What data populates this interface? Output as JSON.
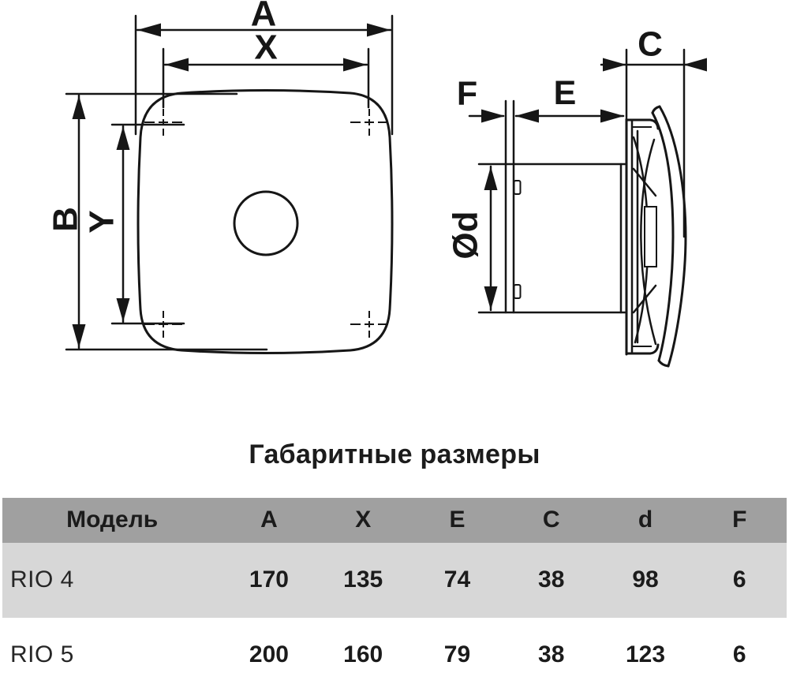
{
  "labels": {
    "A": "A",
    "X": "X",
    "B": "B",
    "Y": "Y",
    "C": "C",
    "E": "E",
    "F": "F",
    "diameter": "Ød"
  },
  "title": "Габаритные размеры",
  "table": {
    "headers": [
      "Модель",
      "A",
      "X",
      "E",
      "C",
      "d",
      "F"
    ],
    "rows": [
      {
        "model": "RIO 4",
        "values": [
          "170",
          "135",
          "74",
          "38",
          "98",
          "6"
        ]
      },
      {
        "model": "RIO 5",
        "values": [
          "200",
          "160",
          "79",
          "38",
          "123",
          "6"
        ]
      }
    ]
  },
  "colors": {
    "line": "#161616",
    "header_bg": "#a0a0a0",
    "striped_row_bg": "#d7d7d7",
    "row_bg": "#ffffff",
    "text": "#1b1b1b"
  }
}
